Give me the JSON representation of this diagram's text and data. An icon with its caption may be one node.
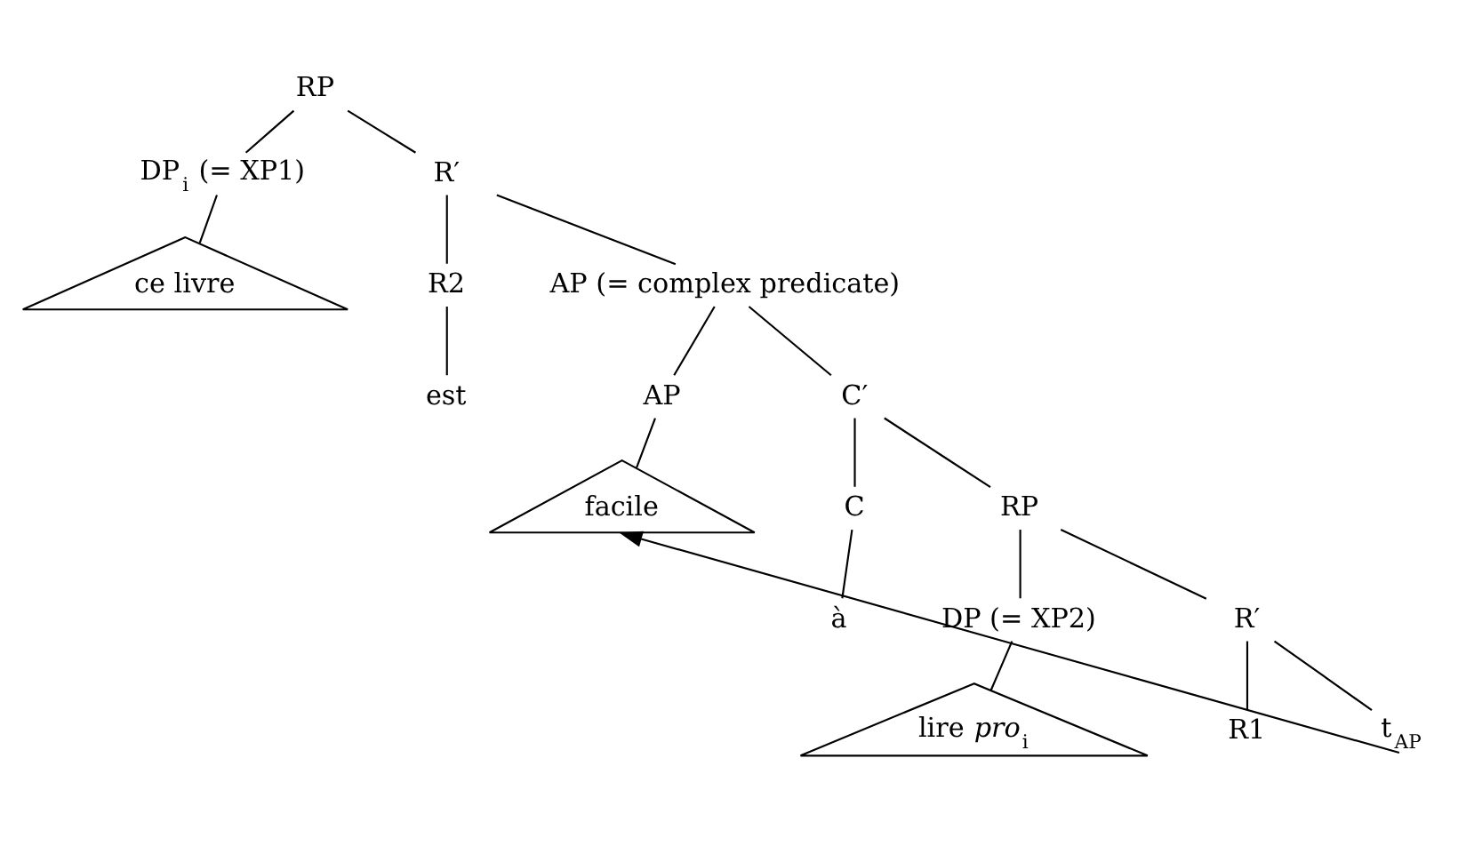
{
  "diagram": {
    "nodes": [
      {
        "text": [
          "RP"
        ]
      },
      {
        "text": [
          "DP$_{i}$ (= XP1)"
        ]
      },
      {
        "text": [
          "R′"
        ]
      },
      {
        "text": [
          "ce livre"
        ]
      },
      {
        "text": [
          "R2"
        ]
      },
      {
        "text": [
          "AP (= complex predicate)"
        ]
      },
      {
        "text": [
          "est"
        ]
      },
      {
        "text": [
          "AP"
        ]
      },
      {
        "text": [
          "C′"
        ]
      },
      {
        "text": [
          "facile"
        ]
      },
      {
        "text": [
          "C"
        ]
      },
      {
        "text": [
          "RP"
        ]
      },
      {
        "text": [
          "à"
        ]
      },
      {
        "text": [
          "DP (= XP2)"
        ]
      },
      {
        "text": [
          "R′"
        ]
      },
      {
        "text": [
          "lire *pro*$_{i}$"
        ]
      },
      {
        "text": [
          "R1"
        ]
      },
      {
        "text": [
          "t$_{AP}$"
        ]
      }
    ],
    "edges": [
      {
        "from": 0,
        "to": 1,
        "arrow": "none"
      },
      {
        "from": 0,
        "to": 2,
        "arrow": "none"
      },
      {
        "from": 1,
        "to": 3,
        "arrow": "none"
      },
      {
        "from": 2,
        "to": 4,
        "arrow": "none"
      },
      {
        "from": 2,
        "to": 5,
        "arrow": "none"
      },
      {
        "from": 4,
        "to": 6,
        "arrow": "none"
      },
      {
        "from": 5,
        "to": 7,
        "arrow": "none"
      },
      {
        "from": 5,
        "to": 8,
        "arrow": "none"
      },
      {
        "from": 7,
        "to": 9,
        "arrow": "none"
      },
      {
        "from": 8,
        "to": 10,
        "arrow": "none"
      },
      {
        "from": 8,
        "to": 11,
        "arrow": "none"
      },
      {
        "from": 10,
        "to": 12,
        "arrow": "none"
      },
      {
        "from": 11,
        "to": 13,
        "arrow": "none"
      },
      {
        "from": 11,
        "to": 14,
        "arrow": "none"
      },
      {
        "from": 13,
        "to": 15,
        "arrow": "none"
      },
      {
        "from": 14,
        "to": 16,
        "arrow": "none"
      },
      {
        "from": 14,
        "to": 17,
        "arrow": "none"
      },
      {
        "from": 17,
        "to": 9,
        "arrow": "to"
      }
    ]
  }
}
